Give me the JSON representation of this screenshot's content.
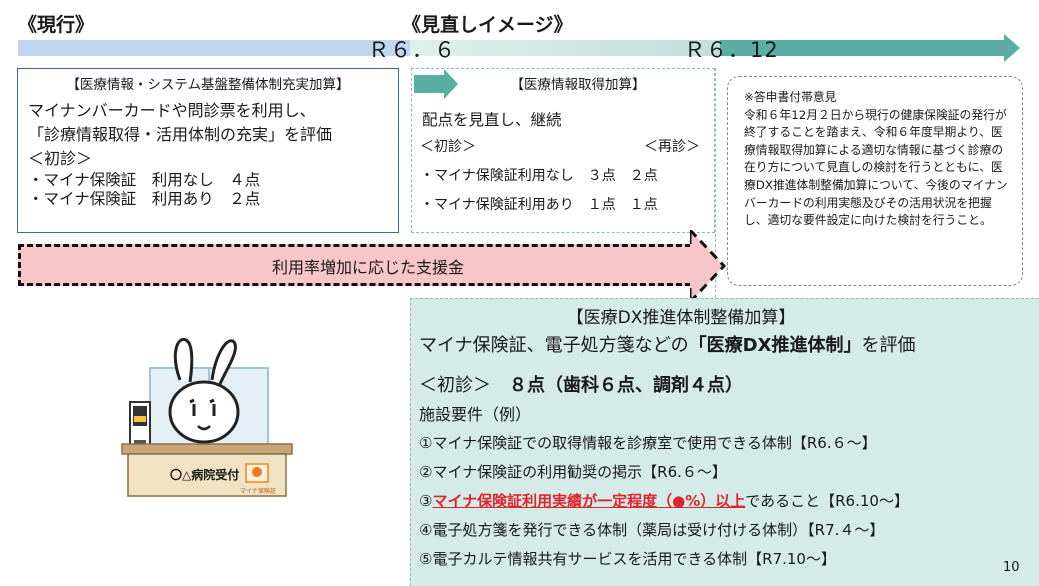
{
  "header": {
    "current": "《現行》",
    "revision": "《見直しイメージ》",
    "r66": "Ｒ６．６",
    "r612": "Ｒ６．12"
  },
  "current_box": {
    "title": "【医療情報・システム基盤整備体制充実加算】",
    "line1": "マイナンバーカードや問診票を利用し、",
    "line2": "「診療情報取得・活用体制の充実」を評価",
    "line3": "＜初診＞",
    "line4": "・マイナ保険証　利用なし　４点",
    "line5": "・マイナ保険証　利用あり　２点"
  },
  "revision_box": {
    "title": "【医療情報取得加算】",
    "line1": "配点を見直し、継続",
    "initial": "＜初診＞",
    "repeat": "＜再診＞",
    "row1": "・マイナ保険証利用なし　３点　２点",
    "row2": "・マイナ保険証利用あり　１点　１点"
  },
  "note_box": {
    "text": "※答申書付帯意見\n令和６年12月２日から現行の健康保険証の発行が終了することを踏まえ、令和６年度早期より、医療情報取得加算による適切な情報に基づく診療の在り方について見直しの検討を行うとともに、医療DX推進体制整備加算について、今後のマイナンバーカードの利用実態及びその活用状況を把握し、適切な要件設定に向けた検討を行うこと。"
  },
  "pink_arrow": {
    "text": "利用率増加に応じた支援金"
  },
  "illustration": {
    "desk_sign": "〇△病院受付",
    "card_label": "マイナ保険証"
  },
  "dx_box": {
    "title": "【医療DX推進体制整備加算】",
    "line1_pre": "マイナ保険証、電子処方箋などの",
    "line1_bold": "「医療DX推進体制」",
    "line1_post": "を評価",
    "line2_pre": "＜初診＞　",
    "line2_bold": "８点（歯科６点、調剤４点）",
    "line3": "施設要件（例）",
    "req1": "①マイナ保険証での取得情報を診療室で使用できる体制【R6.６～】",
    "req2": "②マイナ保険証の利用勧奨の掲示【R6.６～】",
    "req3_pre": "③",
    "req3_red": "マイナ保険証利用実績が一定程度（●%）以上",
    "req3_post": "であること【R6.10～】",
    "req4": "④電子処方箋を発行できる体制（薬局は受け付ける体制）【R7.４～】",
    "req5": "⑤電子カルテ情報共有サービスを活用できる体制【R7.10～】"
  },
  "page_number": "10",
  "colors": {
    "current_bar": "#bdd7ee",
    "revision_bar": "#c5e2dd",
    "future_arrow": "#5aaea4",
    "pink": "#f8c5c9",
    "dx_bg": "#d4ebe7",
    "current_border": "#3e64b7",
    "red": "#e0242c"
  }
}
